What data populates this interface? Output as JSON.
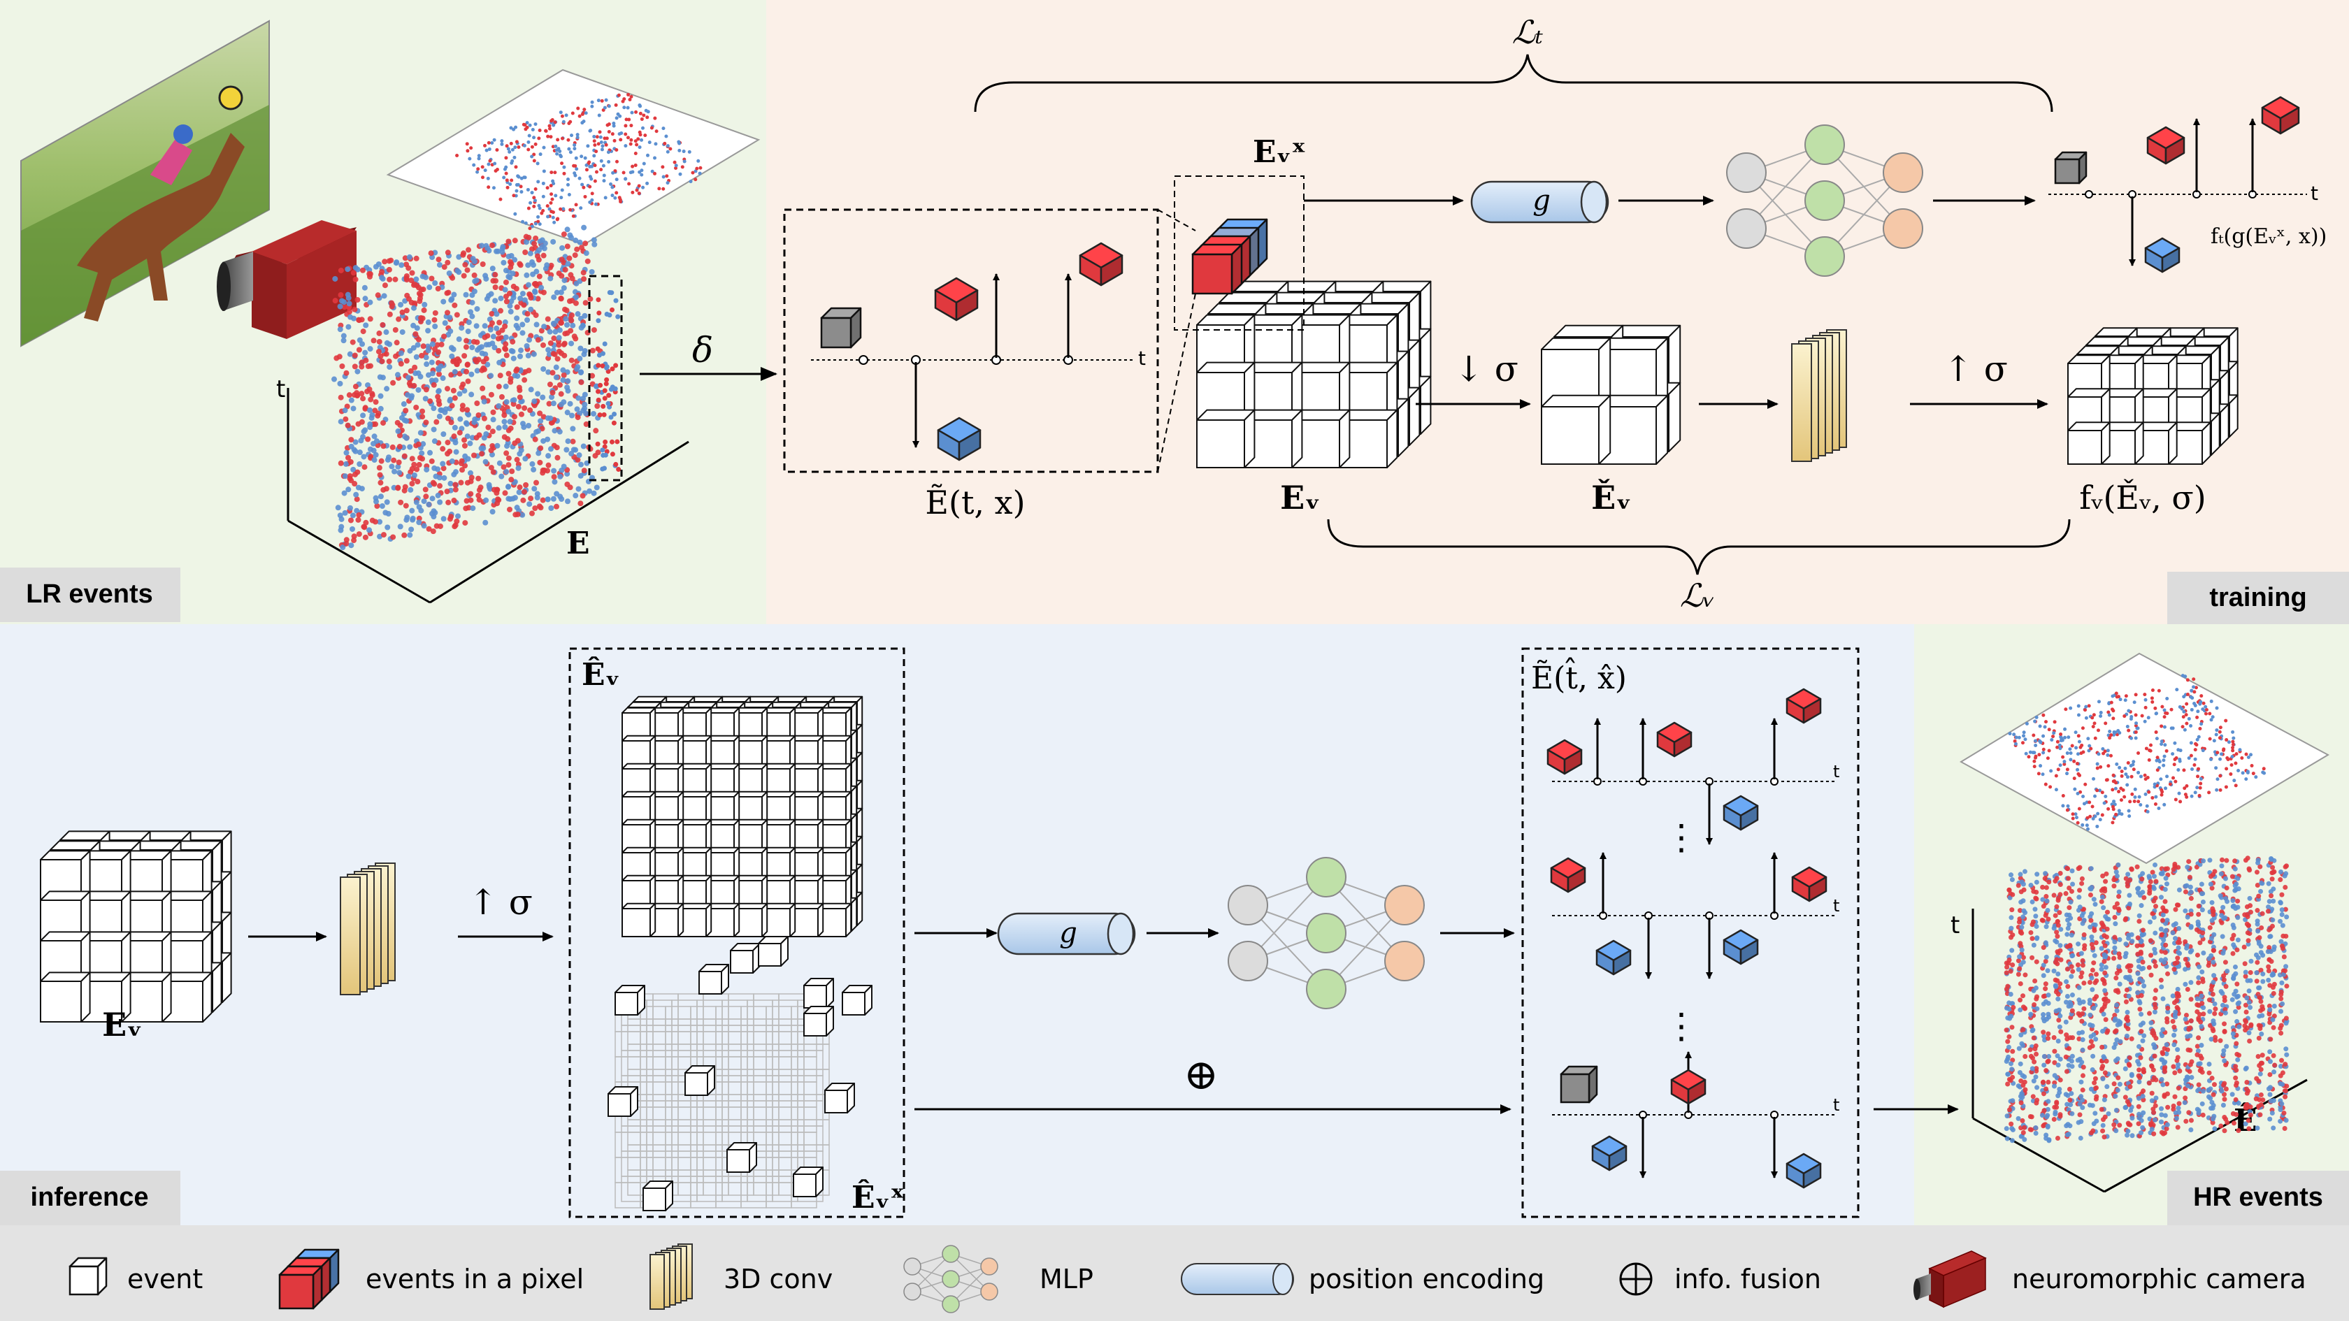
{
  "panels": {
    "lr_events": "LR events",
    "training": "training",
    "inference": "inference",
    "hr_events": "HR events"
  },
  "math": {
    "L_t": "ℒₜ",
    "L_v": "ℒᵥ",
    "E": "E",
    "E_v": "Eᵥ",
    "E_v_x": "Eᵥˣ",
    "E_tilde": "Ẽ(t, x)",
    "E_check": "Ěᵥ",
    "f_v": "fᵥ(Ěᵥ, σ)",
    "f_t": "fₜ(g(Eᵥˣ, x))",
    "E_hat_v": "Êᵥ",
    "E_hat_v_x": "Êᵥˣ",
    "E_tilde_hat": "Ẽ(t̂, x̂)",
    "E_hat": "Ê",
    "delta": "δ",
    "down_sigma": "↓ σ",
    "up_sigma": "↑ σ",
    "g": "g",
    "t": "t",
    "oplus": "⊕",
    "dots": "⋮"
  },
  "legend": [
    {
      "icon": "event-cube-icon",
      "label": "event"
    },
    {
      "icon": "pixel-events-icon",
      "label": "events in a pixel"
    },
    {
      "icon": "conv3d-icon",
      "label": "3D conv"
    },
    {
      "icon": "mlp-icon",
      "label": "MLP"
    },
    {
      "icon": "position-encoding-icon",
      "label": "position encoding"
    },
    {
      "icon": "fusion-icon",
      "label": "info. fusion"
    },
    {
      "icon": "camera-icon",
      "label": "neuromorphic camera"
    }
  ],
  "colors": {
    "lr_bg": "#eef5e6",
    "training_bg": "#fbf0e8",
    "inference_bg": "#ebf1f9",
    "hr_bg": "#eef5e6",
    "legend_bg": "#e3e3e3",
    "label_bg": "#dcdcdc",
    "red_event": "#e0393e",
    "blue_event": "#5b8fd0",
    "grey_event": "#8c8c8c",
    "mlp_green": "#bfe0a8",
    "mlp_orange": "#f5c8a8",
    "mlp_grey": "#dcdcdc",
    "encoding_blue": "#c8dcf0",
    "conv_yellow": "#f3dfa0"
  }
}
